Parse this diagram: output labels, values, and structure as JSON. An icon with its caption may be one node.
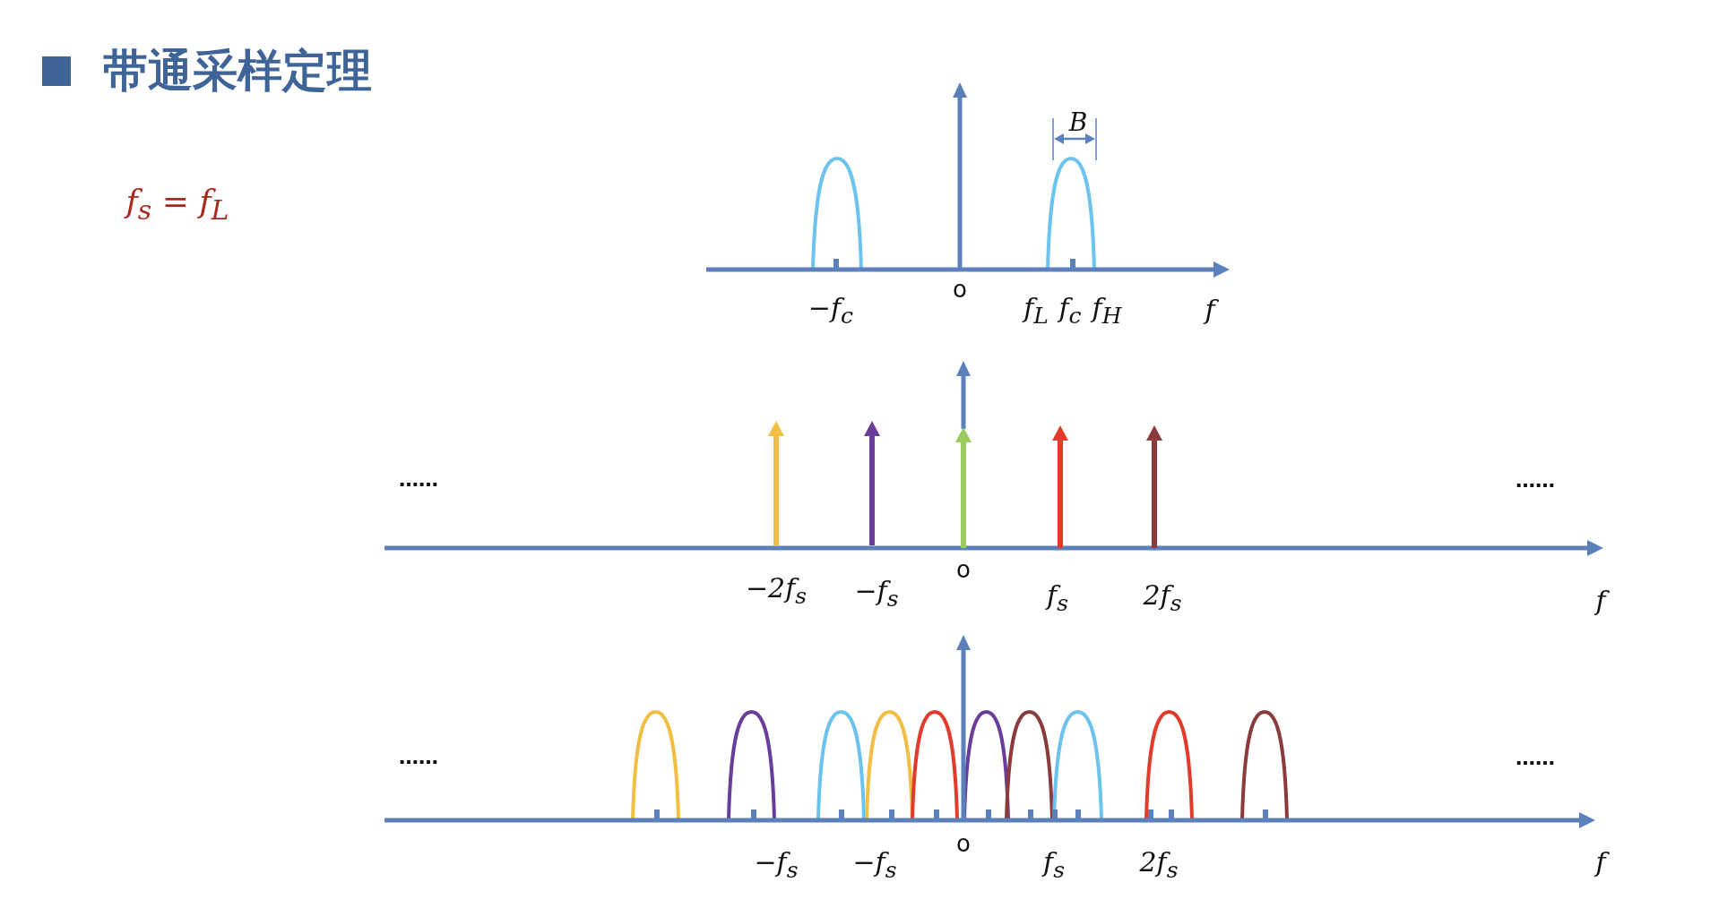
{
  "diagram": {
    "title": "带通采样定理",
    "labels": [
      "f$_{s}$ = f$_{L}$",
      "B",
      "−f$_{c}$",
      "o",
      "f$_{L}$",
      "f$_{c}$",
      "f$_{H}$",
      "f",
      "……",
      "……",
      "−2f$_{s}$",
      "−f$_{s}$",
      "o",
      "f$_{s}$",
      "2f$_{s}$",
      "f",
      "……",
      "……",
      "−f$_{s}$",
      "−f$_{s}$",
      "o",
      "f$_{s}$",
      "2f$_{s}$",
      "f"
    ]
  }
}
